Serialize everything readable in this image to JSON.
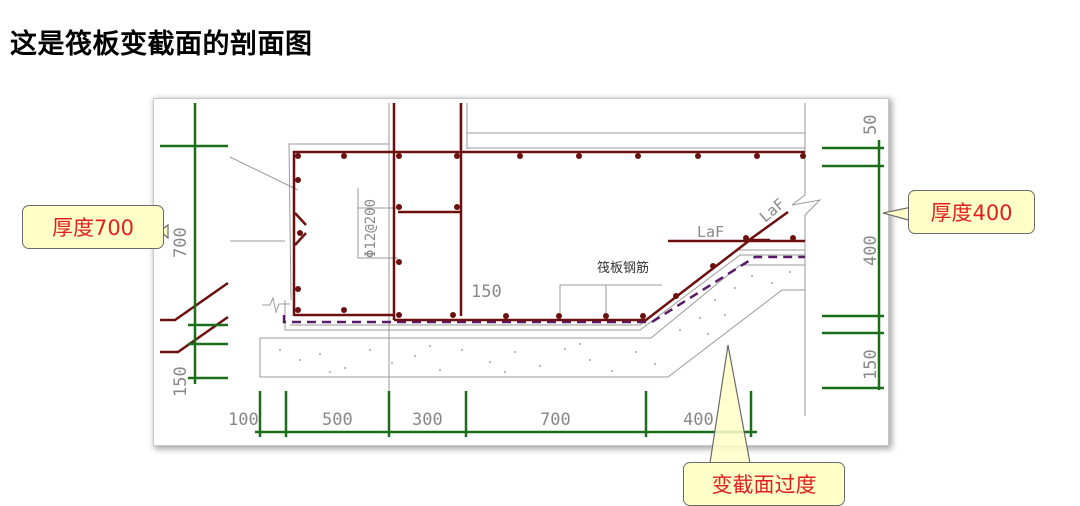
{
  "title": "这是筏板变截面的剖面图",
  "callouts": {
    "left": "厚度700",
    "right": "厚度400",
    "bottom": "变截面过度"
  },
  "drawing": {
    "labels": {
      "stirrup_spec": "Φ12@200",
      "raft_rebar": "筏板钢筋",
      "laf_horizontal": "LaF",
      "laf_diagonal": "LaF",
      "dim_150_inner": "150"
    },
    "dimensions": {
      "left_vertical": [
        "700",
        "150"
      ],
      "right_vertical": [
        "50",
        "400",
        "150"
      ],
      "bottom": [
        "100",
        "500",
        "300",
        "700",
        "400"
      ]
    },
    "colors": {
      "rebar": "#6b0f0f",
      "dimension": "#1a6e1a",
      "waterproof": "#5a1a6a",
      "outline": "#9a9a9a",
      "callout_fill": "#ffffc8",
      "callout_text": "#e02020"
    }
  }
}
